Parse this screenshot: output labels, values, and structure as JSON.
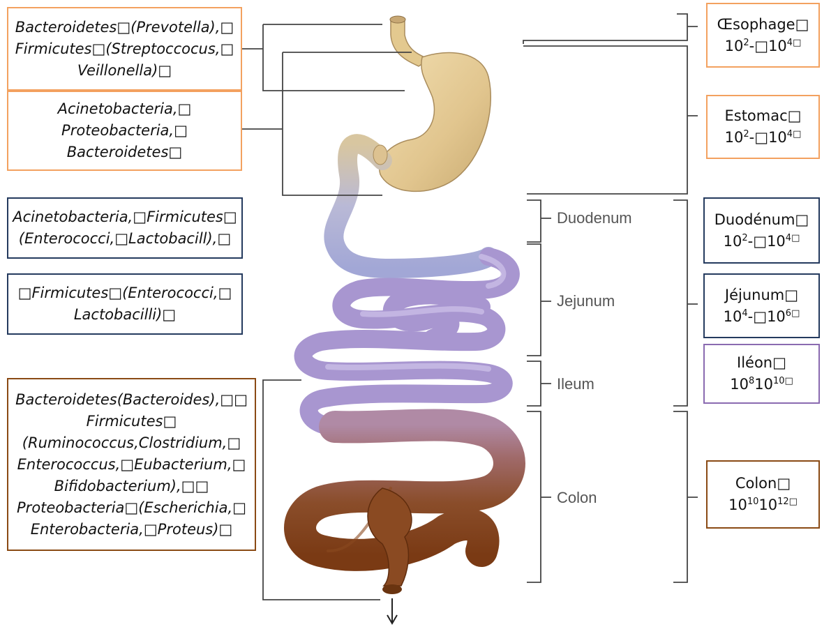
{
  "left_boxes": [
    {
      "id": "oral",
      "lines": [
        "Bacteroidetes□(Prevotella),□",
        "Firmicutes□(Streptoccocus,□",
        "Veillonella)□"
      ]
    },
    {
      "id": "stomach",
      "lines": [
        "Acinetobacteria,□",
        "Proteobacteria,□",
        "Bacteroidetes□"
      ]
    },
    {
      "id": "duodenum",
      "lines": [
        "Acinetobacteria,□Firmicutes□",
        "(Enterococci,□Lactobacill),□"
      ]
    },
    {
      "id": "jejunum",
      "lines": [
        "□Firmicutes□(Enterococci,□",
        "Lactobacilli)□"
      ]
    },
    {
      "id": "colon",
      "lines": [
        "Bacteroidetes(Bacteroides),□□",
        "Firmicutes□",
        "(Ruminococcus,Clostridium,□",
        "Enterococcus,□Eubacterium,□",
        "Bifidobacterium),□□",
        "Proteobacteria□(Escherichia,□",
        "Enterobacteria,□Proteus)□"
      ]
    }
  ],
  "segments": [
    "Duodenum",
    "Jejunum",
    "Ileum",
    "Colon"
  ],
  "right_boxes": [
    {
      "id": "oesophage",
      "name": "Œsophage□",
      "count_html": "10<span class=\"sup\">2</span>-□10<span class=\"sup\">4□</span>"
    },
    {
      "id": "estomac",
      "name": "Estomac□",
      "count_html": "10<span class=\"sup\">2</span>-□10<span class=\"sup\">4□</span>"
    },
    {
      "id": "duodenum",
      "name": "Duodénum□",
      "count_html": "10<span class=\"sup\">2</span>-□10<span class=\"sup\">4□</span>"
    },
    {
      "id": "jejunum",
      "name": "Jéjunum□",
      "count_html": "10<span class=\"sup\">4</span>-□10<span class=\"sup\">6□</span>"
    },
    {
      "id": "ileon",
      "name": "Iléon□",
      "count_html": "10<span class=\"sup\">8</span>10<span class=\"sup\">10□</span>"
    },
    {
      "id": "colon",
      "name": "Colon□",
      "count_html": "10<span class=\"sup\">10</span>10<span class=\"sup\">12□</span>"
    }
  ],
  "colors": {
    "orange_border": "#f3a15f",
    "navy_border": "#243a5e",
    "purple_border": "#8a6ab0",
    "brown_border": "#8a4a14",
    "stomach": "#e8cf9c",
    "small_intestine": "#b7a6d8",
    "colon": "#7a3f1e",
    "line": "#444444"
  }
}
